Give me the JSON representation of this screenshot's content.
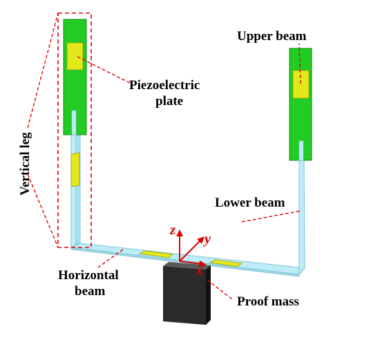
{
  "labels": {
    "upper_beam": "Upper beam",
    "piezo_line1": "Piezoelectric",
    "piezo_line2": "plate",
    "vertical_leg": "Vertical leg",
    "lower_beam": "Lower beam",
    "horizontal_line1": "Horizontal",
    "horizontal_line2": "beam",
    "proof_mass": "Proof mass"
  },
  "axes": {
    "x": "x",
    "y": "y",
    "z": "z"
  },
  "colors": {
    "upper_beam": "#22cc22",
    "upper_beam_edge": "#118811",
    "piezo_plate": "#e3e81a",
    "lower_beam": "#bdeef7",
    "lower_beam_edge": "#7fc3d3",
    "proof_mass": "#2a2a2a",
    "annotation": "#e00000"
  }
}
